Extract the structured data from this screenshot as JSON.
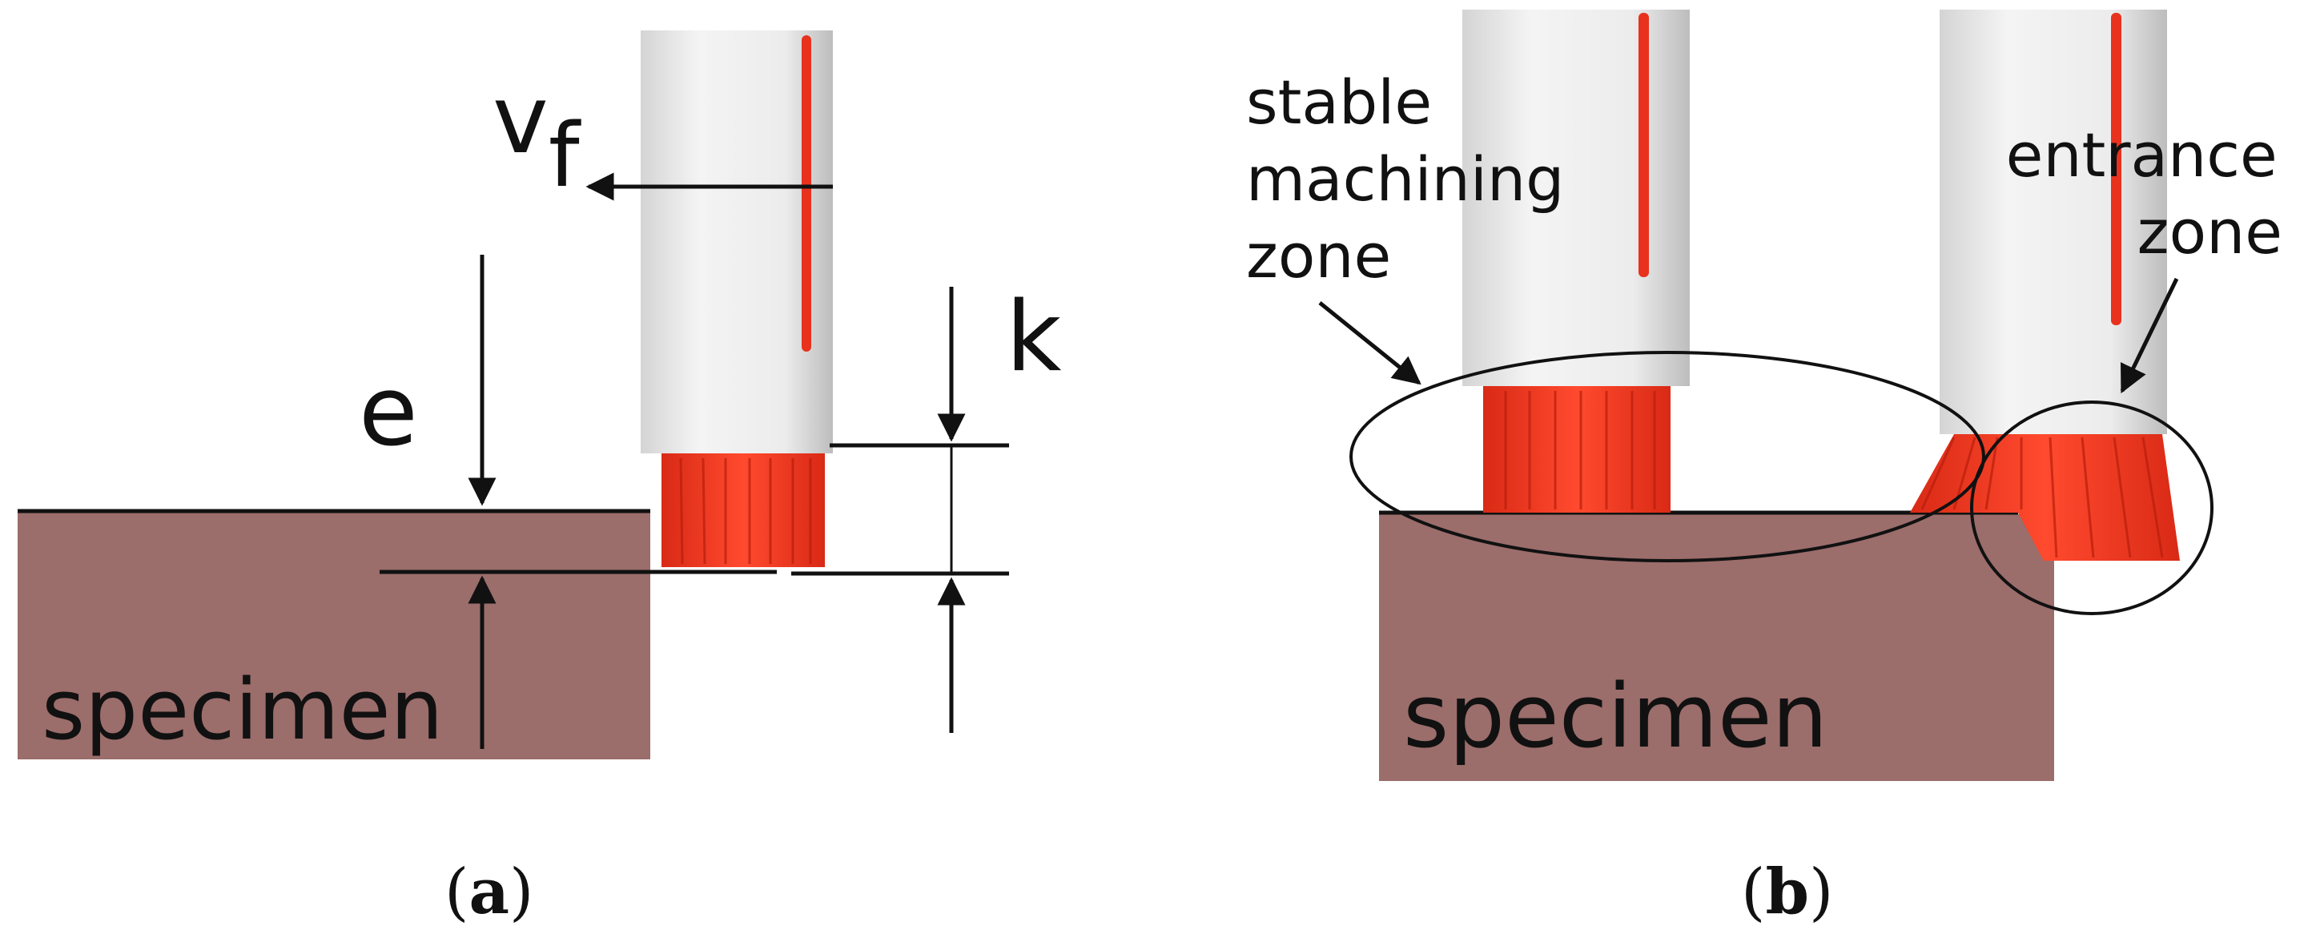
{
  "panel_a": {
    "feed_label_v": "v",
    "feed_label_f": "f",
    "label_e": "e",
    "label_k": "k",
    "specimen_label": "specimen",
    "caption_open": "(",
    "caption_letter": "a",
    "caption_close": ")"
  },
  "panel_b": {
    "stable_zone_lines": [
      "stable",
      "machining",
      "zone"
    ],
    "entrance_zone_lines": [
      "entrance",
      "zone"
    ],
    "specimen_label": "specimen",
    "caption_open": "(",
    "caption_letter": "b",
    "caption_close": ")"
  },
  "colors": {
    "specimen": "#9b6d6b",
    "brush_red": "#f23a22",
    "tool_white": "#ebebeb",
    "stripe_red": "#e8321e",
    "line": "#111111"
  }
}
